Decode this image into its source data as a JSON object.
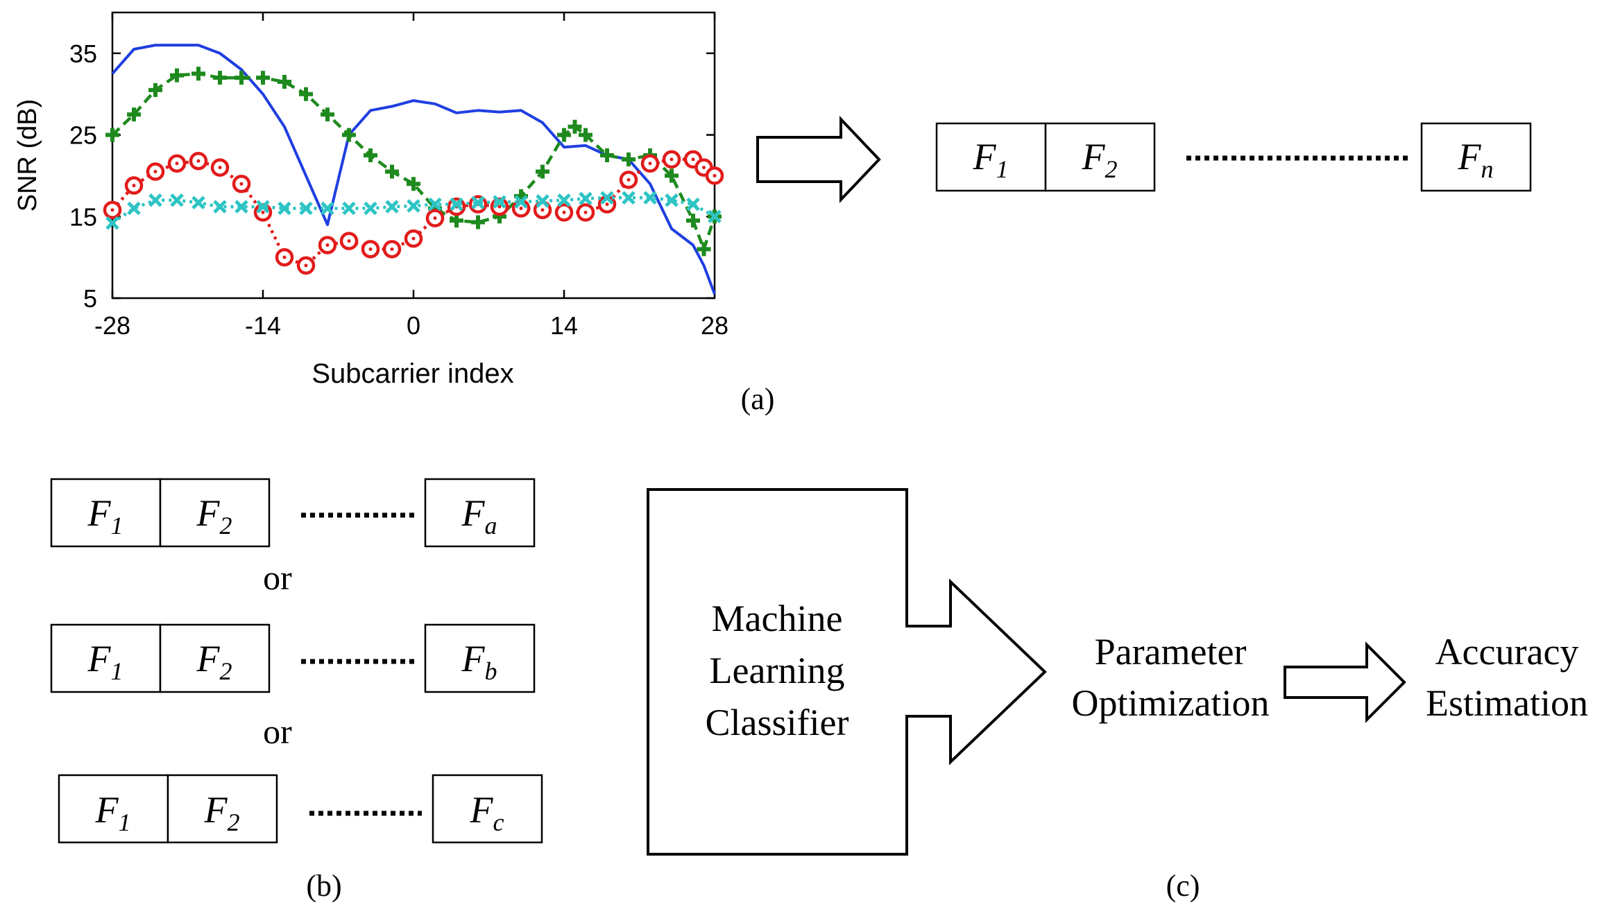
{
  "panels": {
    "a": {
      "label": "(a)"
    },
    "b": {
      "label": "(b)"
    },
    "c": {
      "label": "(c)"
    }
  },
  "chart_data": {
    "type": "line",
    "title": "",
    "xlabel": "Subcarrier index",
    "ylabel": "SNR (dB)",
    "xlim": [
      -28,
      28
    ],
    "ylim": [
      5,
      40
    ],
    "xticks": [
      "-28",
      "-14",
      "0",
      "14",
      "28"
    ],
    "yticks": [
      "5",
      "15",
      "25",
      "35"
    ],
    "grid": false,
    "series": [
      {
        "color": "#1f3fe0",
        "style": "solid",
        "marker": "none",
        "points": [
          [
            -28,
            32.5
          ],
          [
            -26,
            35.5
          ],
          [
            -24,
            36
          ],
          [
            -22,
            36
          ],
          [
            -20,
            36
          ],
          [
            -18,
            35
          ],
          [
            -16,
            33
          ],
          [
            -14,
            30
          ],
          [
            -12,
            26
          ],
          [
            -10,
            20
          ],
          [
            -8,
            14
          ],
          [
            -6,
            25
          ],
          [
            -4,
            28
          ],
          [
            -2,
            28.5
          ],
          [
            0,
            29.2
          ],
          [
            2,
            28.8
          ],
          [
            4,
            27.7
          ],
          [
            6,
            28
          ],
          [
            8,
            27.8
          ],
          [
            10,
            28
          ],
          [
            12,
            26.5
          ],
          [
            14,
            23.5
          ],
          [
            16,
            23.7
          ],
          [
            18,
            22.5
          ],
          [
            20,
            22
          ],
          [
            22,
            19
          ],
          [
            24,
            13.5
          ],
          [
            26,
            11.5
          ],
          [
            27,
            9
          ],
          [
            28,
            5.5
          ]
        ]
      },
      {
        "color": "#1e8a1e",
        "style": "dashed",
        "marker": "plus",
        "points": [
          [
            -28,
            25
          ],
          [
            -26,
            27.5
          ],
          [
            -24,
            30.5
          ],
          [
            -22,
            32.3
          ],
          [
            -20,
            32.5
          ],
          [
            -18,
            32
          ],
          [
            -16,
            32
          ],
          [
            -14,
            32
          ],
          [
            -12,
            31.5
          ],
          [
            -10,
            30
          ],
          [
            -8,
            27.5
          ],
          [
            -6,
            25
          ],
          [
            -4,
            22.5
          ],
          [
            -2,
            20.5
          ],
          [
            0,
            19
          ],
          [
            2,
            16
          ],
          [
            4,
            14.5
          ],
          [
            6,
            14.3
          ],
          [
            8,
            15
          ],
          [
            10,
            17.5
          ],
          [
            12,
            20.5
          ],
          [
            14,
            25
          ],
          [
            15,
            26
          ],
          [
            16,
            25
          ],
          [
            18,
            22.5
          ],
          [
            20,
            22
          ],
          [
            22,
            22.5
          ],
          [
            24,
            20
          ],
          [
            26,
            14.5
          ],
          [
            27,
            11
          ],
          [
            28,
            15
          ]
        ]
      },
      {
        "color": "#e21b1b",
        "style": "dotted",
        "marker": "circle",
        "points": [
          [
            -28,
            15.8
          ],
          [
            -26,
            18.8
          ],
          [
            -24,
            20.5
          ],
          [
            -22,
            21.5
          ],
          [
            -20,
            21.8
          ],
          [
            -18,
            21
          ],
          [
            -16,
            19
          ],
          [
            -14,
            15.5
          ],
          [
            -12,
            10
          ],
          [
            -10,
            9
          ],
          [
            -8,
            11.5
          ],
          [
            -6,
            12
          ],
          [
            -4,
            11
          ],
          [
            -2,
            11
          ],
          [
            0,
            12.3
          ],
          [
            2,
            14.8
          ],
          [
            4,
            16.2
          ],
          [
            6,
            16.5
          ],
          [
            8,
            16.2
          ],
          [
            10,
            16
          ],
          [
            12,
            15.8
          ],
          [
            14,
            15.5
          ],
          [
            16,
            15.5
          ],
          [
            18,
            16.5
          ],
          [
            20,
            19.5
          ],
          [
            22,
            21.5
          ],
          [
            24,
            22
          ],
          [
            26,
            22
          ],
          [
            27,
            21
          ],
          [
            28,
            20
          ]
        ]
      },
      {
        "color": "#2ec4c4",
        "style": "dotted",
        "marker": "x",
        "points": [
          [
            -28,
            14.2
          ],
          [
            -26,
            16
          ],
          [
            -24,
            17
          ],
          [
            -22,
            17
          ],
          [
            -20,
            16.7
          ],
          [
            -18,
            16.2
          ],
          [
            -16,
            16.2
          ],
          [
            -14,
            16.2
          ],
          [
            -12,
            16
          ],
          [
            -10,
            16
          ],
          [
            -8,
            16
          ],
          [
            -6,
            16
          ],
          [
            -4,
            16
          ],
          [
            -2,
            16.2
          ],
          [
            0,
            16.3
          ],
          [
            2,
            16.5
          ],
          [
            4,
            16.5
          ],
          [
            6,
            16.7
          ],
          [
            8,
            16.8
          ],
          [
            10,
            16.8
          ],
          [
            12,
            16.9
          ],
          [
            14,
            17
          ],
          [
            16,
            17.2
          ],
          [
            18,
            17.3
          ],
          [
            20,
            17.3
          ],
          [
            22,
            17.3
          ],
          [
            24,
            17
          ],
          [
            26,
            16.5
          ],
          [
            28,
            15
          ]
        ]
      }
    ]
  },
  "feature_vector_a": {
    "f1": "F",
    "f1_sub": "1",
    "f2": "F",
    "f2_sub": "2",
    "fn": "F",
    "fn_sub": "n"
  },
  "feature_vectors_b": [
    {
      "f1": "F",
      "f1_sub": "1",
      "f2": "F",
      "f2_sub": "2",
      "last": "F",
      "last_sub": "a"
    },
    {
      "f1": "F",
      "f1_sub": "1",
      "f2": "F",
      "f2_sub": "2",
      "last": "F",
      "last_sub": "b"
    },
    {
      "f1": "F",
      "f1_sub": "1",
      "f2": "F",
      "f2_sub": "2",
      "last": "F",
      "last_sub": "c"
    }
  ],
  "or_label_1": "or",
  "or_label_2": "or",
  "classifier": {
    "line1": "Machine",
    "line2": "Learning",
    "line3": "Classifier"
  },
  "param_opt": {
    "line1": "Parameter",
    "line2": "Optimization"
  },
  "accuracy": {
    "line1": "Accuracy",
    "line2": "Estimation"
  }
}
